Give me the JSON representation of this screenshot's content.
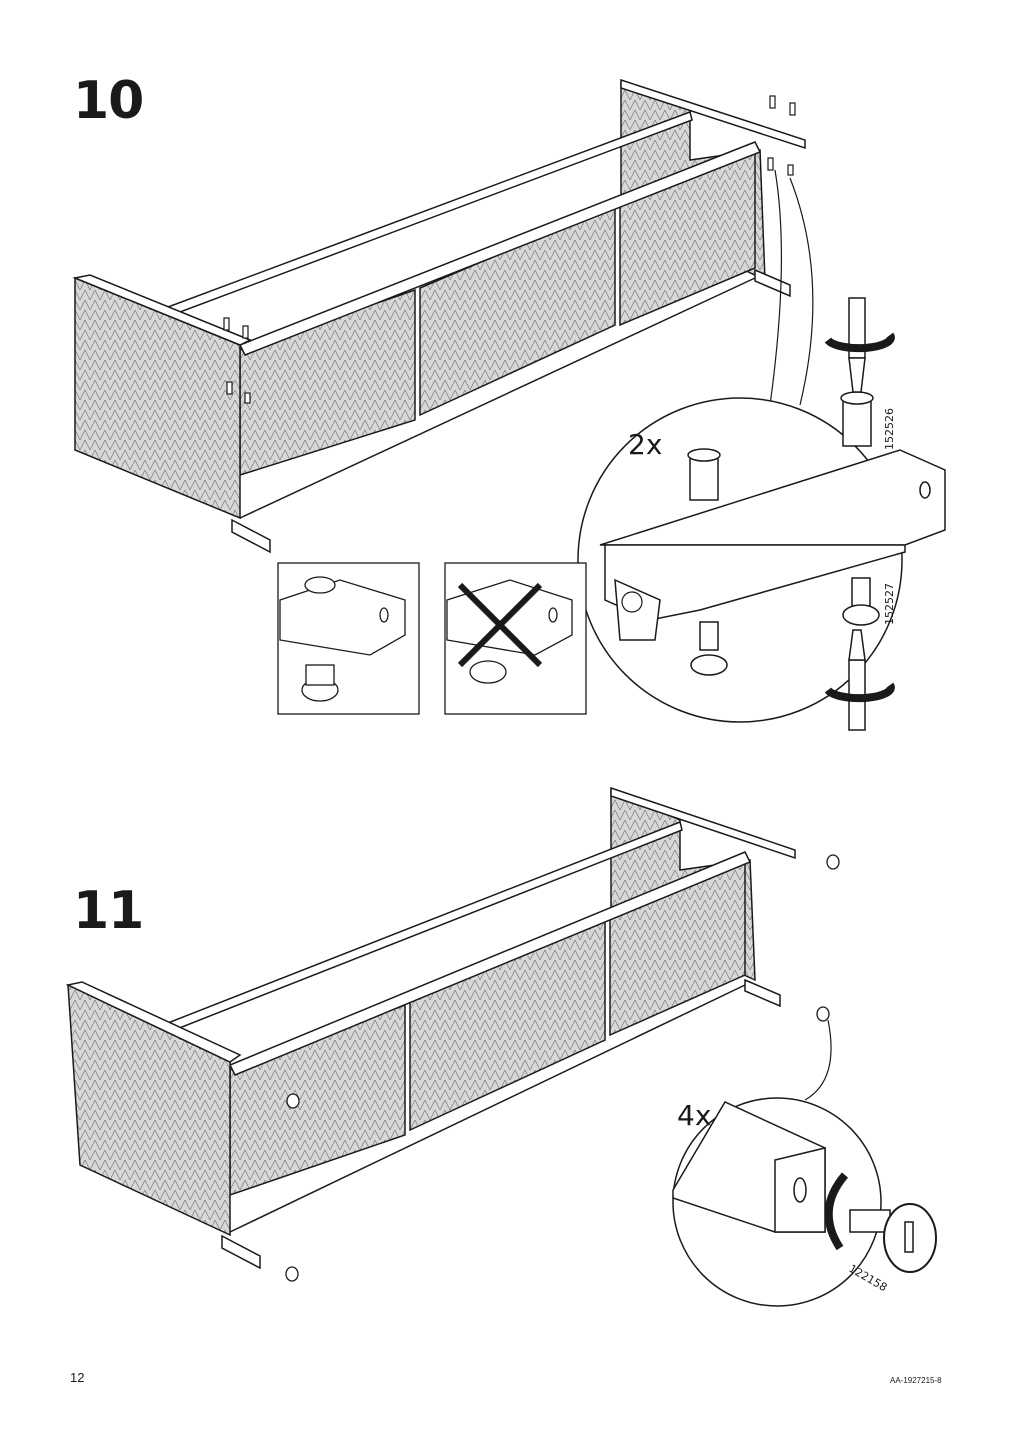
{
  "steps": [
    {
      "number": "10",
      "quantity": "2x",
      "part_top": "152526",
      "part_bottom": "152527"
    },
    {
      "number": "11",
      "quantity": "4x",
      "part": "122158"
    }
  ],
  "footer": {
    "page_number": "12",
    "doc_id": "AA-1927215-8"
  }
}
